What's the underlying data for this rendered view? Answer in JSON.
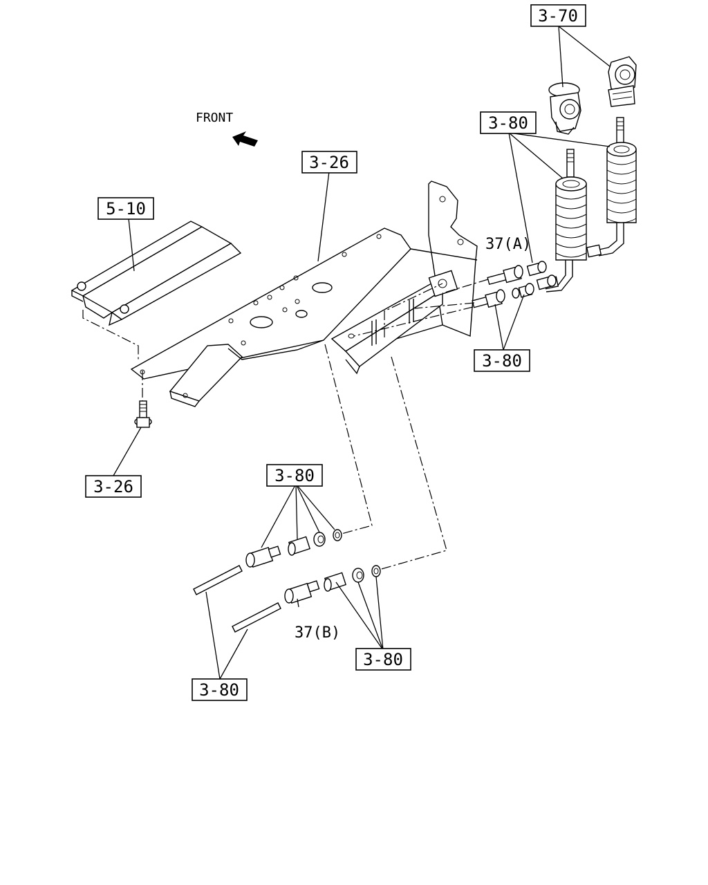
{
  "front_label": "FRONT",
  "callouts": {
    "c370": "3-70",
    "c380_top": "3-80",
    "c326_top": "3-26",
    "c510": "5-10",
    "c380_right": "3-80",
    "c326_bottom": "3-26",
    "c380_mid": "3-80",
    "c380_bottom_right": "3-80",
    "c380_bottom_left": "3-80"
  },
  "labels": {
    "part37a": "37(A)",
    "part37b": "37(B)"
  },
  "icons": {
    "front_arrow": "arrow-up-left-icon"
  }
}
